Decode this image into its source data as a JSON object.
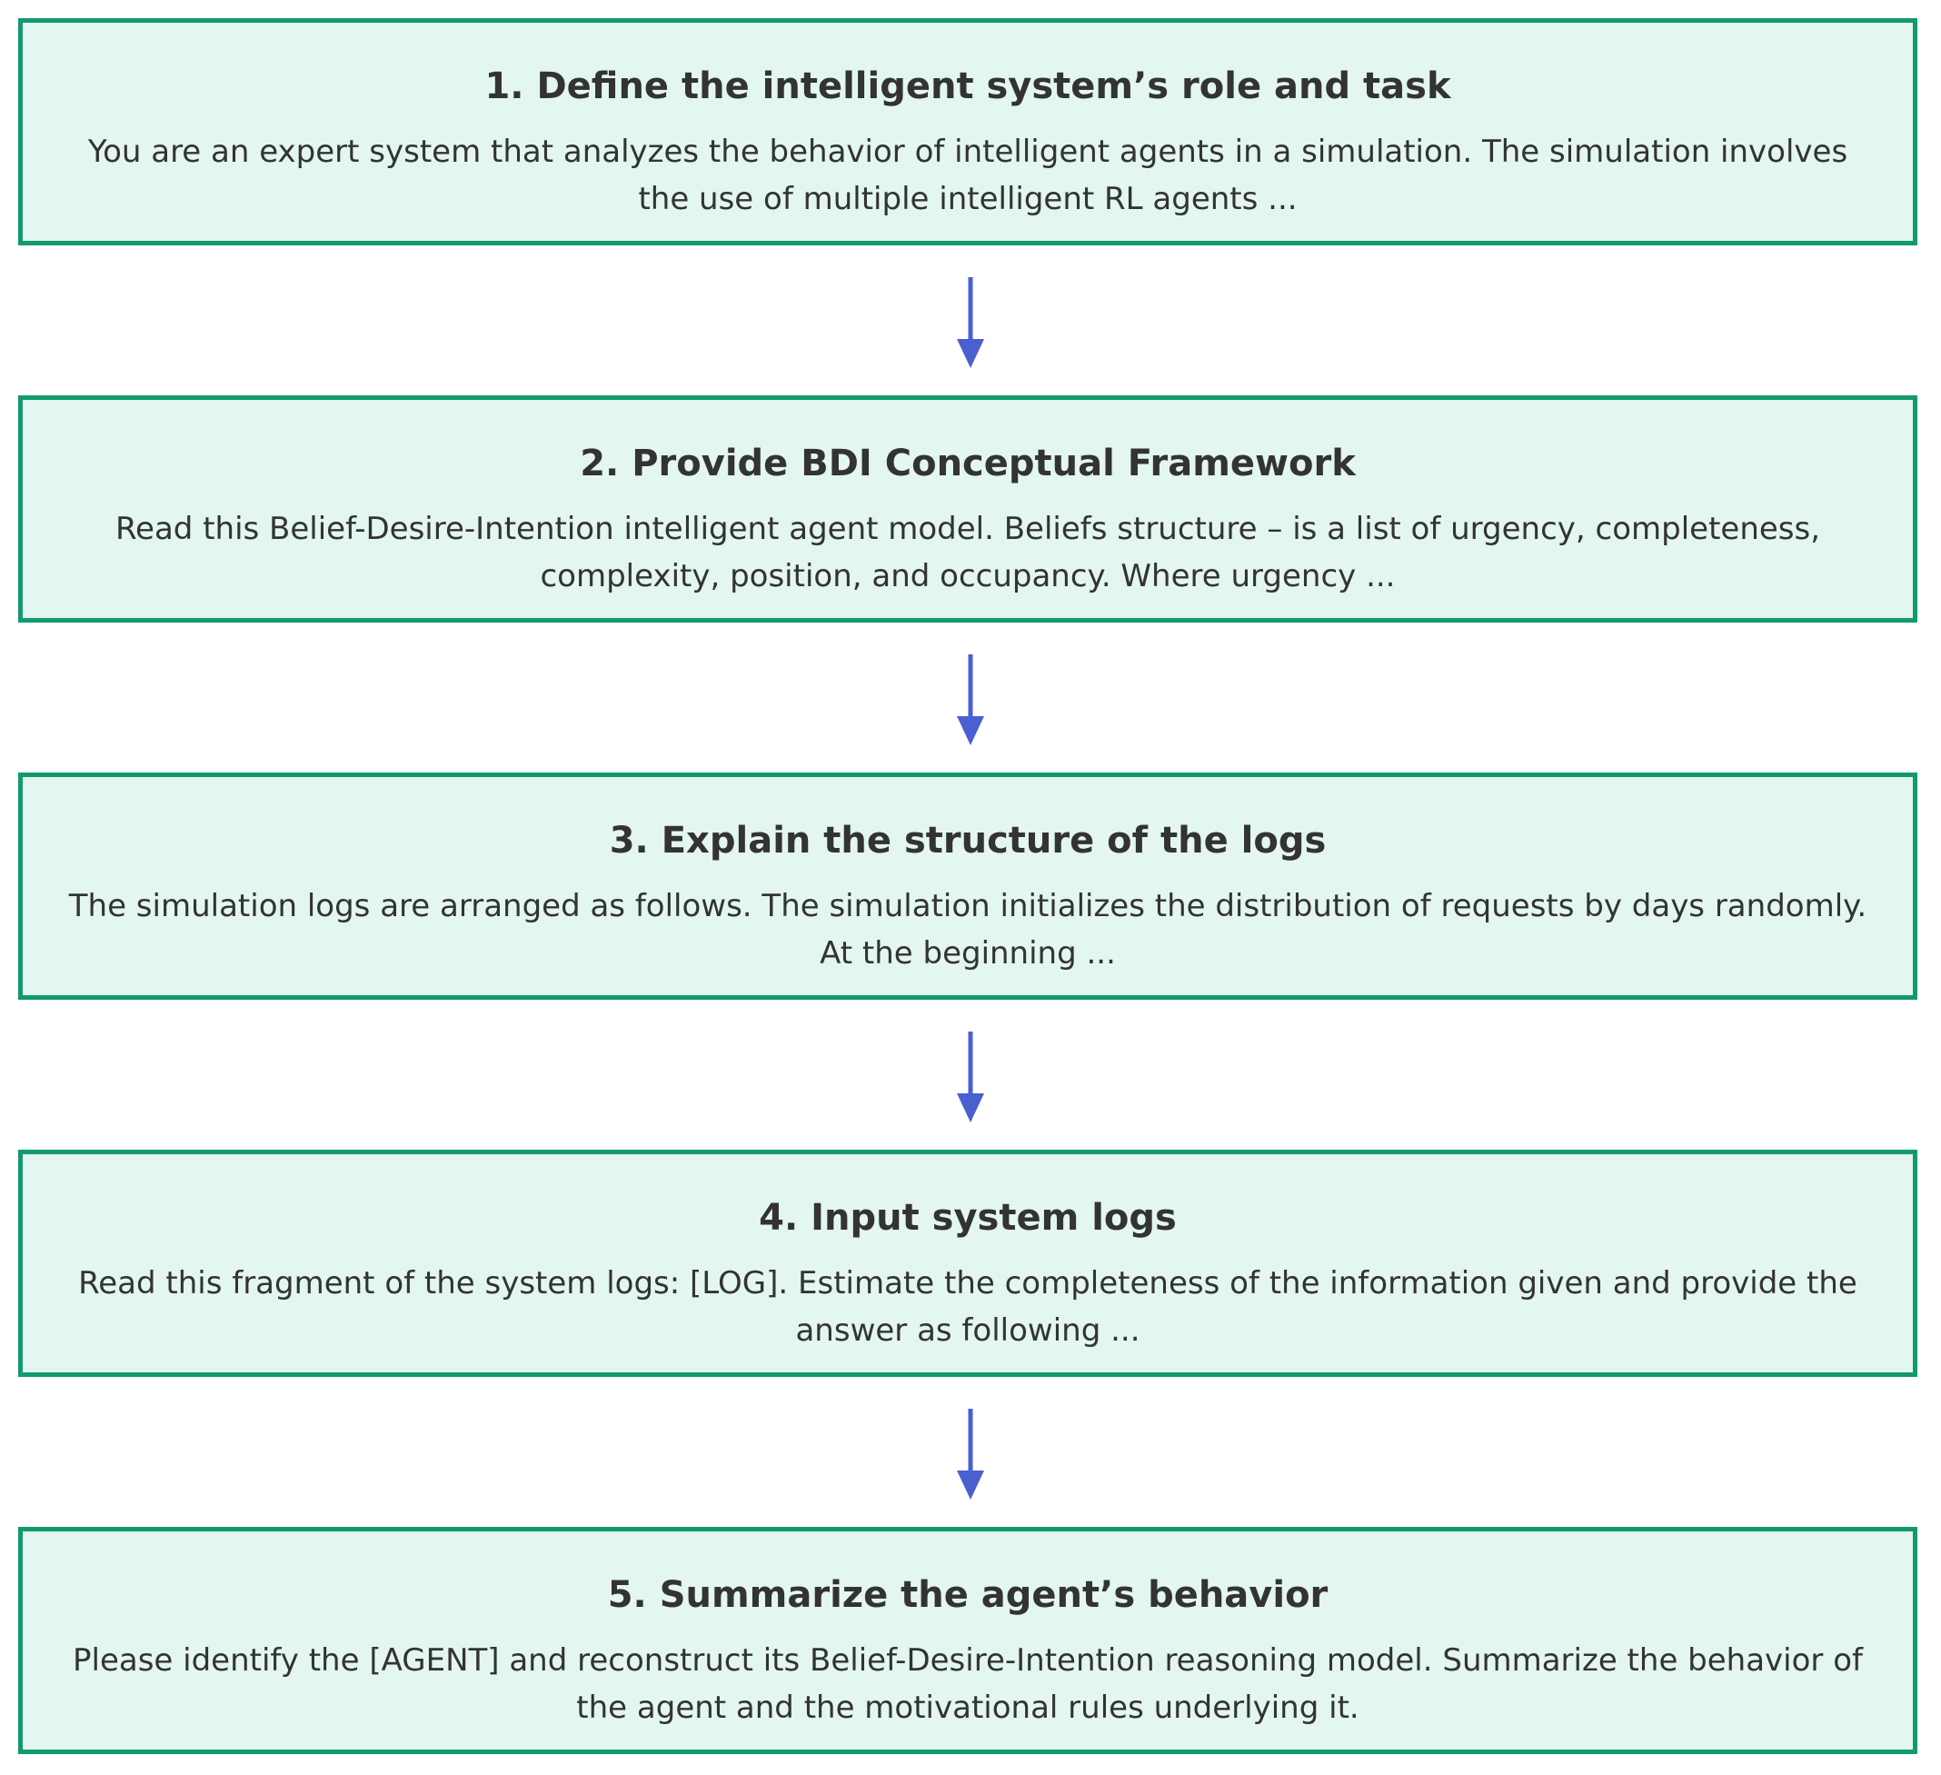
{
  "steps": [
    {
      "number": "1.",
      "title": "Define the intelligent system’s role and task",
      "body": "You are an expert system that analyzes the behavior of intelligent agents in a simulation. The simulation involves the use of multiple intelligent RL agents ..."
    },
    {
      "number": "2.",
      "title": "Provide BDI Conceptual Framework",
      "body": "Read this Belief-Desire-Intention intelligent agent model. Beliefs structure – is a list of urgency, completeness, complexity, position, and occupancy. Where urgency ..."
    },
    {
      "number": "3.",
      "title": "Explain the structure of the logs",
      "body": "The simulation logs are arranged as follows. The simulation initializes the distribution of requests by days randomly. At the beginning ..."
    },
    {
      "number": "4.",
      "title": "Input system logs",
      "body": "Read this fragment of the system logs: [LOG]. Estimate the completeness of the information given and provide the answer as following ..."
    },
    {
      "number": "5.",
      "title": "Summarize the agent’s behavior",
      "body": "Please identify the [AGENT] and reconstruct its Belief-Desire-Intention reasoning model. Summarize the behavior of the agent and the motivational rules underlying it."
    }
  ],
  "colors": {
    "box_fill": "#e3f6ef",
    "box_border": "#12996f",
    "arrow": "#4a5fd0",
    "text": "#333333"
  }
}
